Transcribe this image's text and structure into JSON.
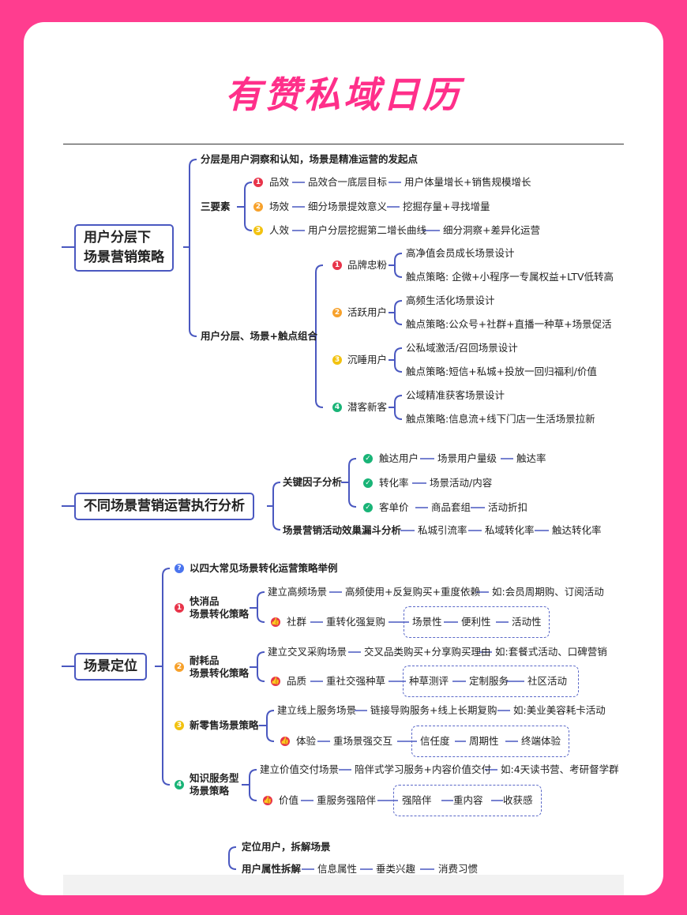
{
  "title": "有赞私域日历",
  "s1": {
    "root": [
      "用户分层下",
      "场景营销策略"
    ],
    "intro": "分层是用户洞察和认知，场景是精准运营的发起点",
    "three": "三要素",
    "items": [
      {
        "num": "1",
        "label": "品效",
        "a": "品效合一底层目标",
        "b": "用户体量增长+销售规模增长"
      },
      {
        "num": "2",
        "label": "场效",
        "a": "细分场景提效意义",
        "b": "挖掘存量+寻找增量"
      },
      {
        "num": "3",
        "label": "人效",
        "a": "用户分层挖掘第二增长曲线",
        "b": "细分洞察+差异化运营"
      }
    ],
    "combo": "用户分层、场景+触点组合",
    "groups": [
      {
        "num": "1",
        "label": "品牌忠粉",
        "a": "高净值会员成长场景设计",
        "b": "触点策略: 企微+小程序一专属权益+LTV低转高"
      },
      {
        "num": "2",
        "label": "活跃用户",
        "a": "高频生活化场景设计",
        "b": "触点策略:公众号+社群+直播一种草+场景促活"
      },
      {
        "num": "3",
        "label": "沉睡用户",
        "a": "公私域激活/召回场景设计",
        "b": "触点策略:短信+私城+投放一回归福利/价值"
      },
      {
        "num": "4",
        "label": "潜客新客",
        "a": "公域精准获客场景设计",
        "b": "触点策略:信息流+线下门店一生活场景拉新"
      }
    ]
  },
  "s2": {
    "root": "不同场景营销运营执行分析",
    "key": "关键因子分析",
    "rows": [
      {
        "label": "触达用户",
        "a": "场景用户量级",
        "b": "触达率"
      },
      {
        "label": "转化率",
        "a": "场景活动/内容",
        "b": ""
      },
      {
        "label": "客单价",
        "a": "商品套组",
        "b": "活动折扣"
      }
    ],
    "funnel": "场景营销活动效巢漏斗分析",
    "f": [
      "私城引流率",
      "私域转化率",
      "触达转化率"
    ]
  },
  "s3": {
    "root": "场景定位",
    "q": "以四大常见场景转化运营策略举例",
    "cats": [
      {
        "num": "1",
        "name": [
          "快消品",
          "场景转化策略"
        ],
        "top": [
          "建立高频场景",
          "高频使用+反复购买+重度依赖",
          "如:会员周期购、订阅活动"
        ],
        "tag": "社群",
        "mid": "重转化强复购",
        "box": [
          "场景性",
          "便利性",
          "活动性"
        ]
      },
      {
        "num": "2",
        "name": [
          "耐耗品",
          "场景转化策略"
        ],
        "top": [
          "建立交叉采购场景",
          "交叉品类购买+分享购买理由",
          "如:套餐式活动、口碑营销"
        ],
        "tag": "品质",
        "mid": "重社交强种草",
        "box": [
          "种草测评",
          "定制服务",
          "社区活动"
        ]
      },
      {
        "num": "3",
        "name": [
          "新零售场景策略"
        ],
        "top": [
          "建立线上服务场景",
          "链接导购服务+线上长期复购",
          "如:美业美容耗卡活动"
        ],
        "tag": "体验",
        "mid": "重场景强交互",
        "box": [
          "信任度",
          "周期性",
          "终端体验"
        ]
      },
      {
        "num": "4",
        "name": [
          "知识服务型",
          "场景策略"
        ],
        "top": [
          "建立价值交付场景",
          "陪伴式学习服务+内容价值交付",
          "如:4天读书营、考研督学群"
        ],
        "tag": "价值",
        "mid": "重服务强陪伴",
        "box": [
          "强陪伴",
          "重内容",
          "收获感"
        ]
      }
    ]
  },
  "s4": {
    "a": "定位用户，拆解场景",
    "b": "用户属性拆解",
    "items": [
      "信息属性",
      "垂类兴趣",
      "消费习惯"
    ]
  }
}
